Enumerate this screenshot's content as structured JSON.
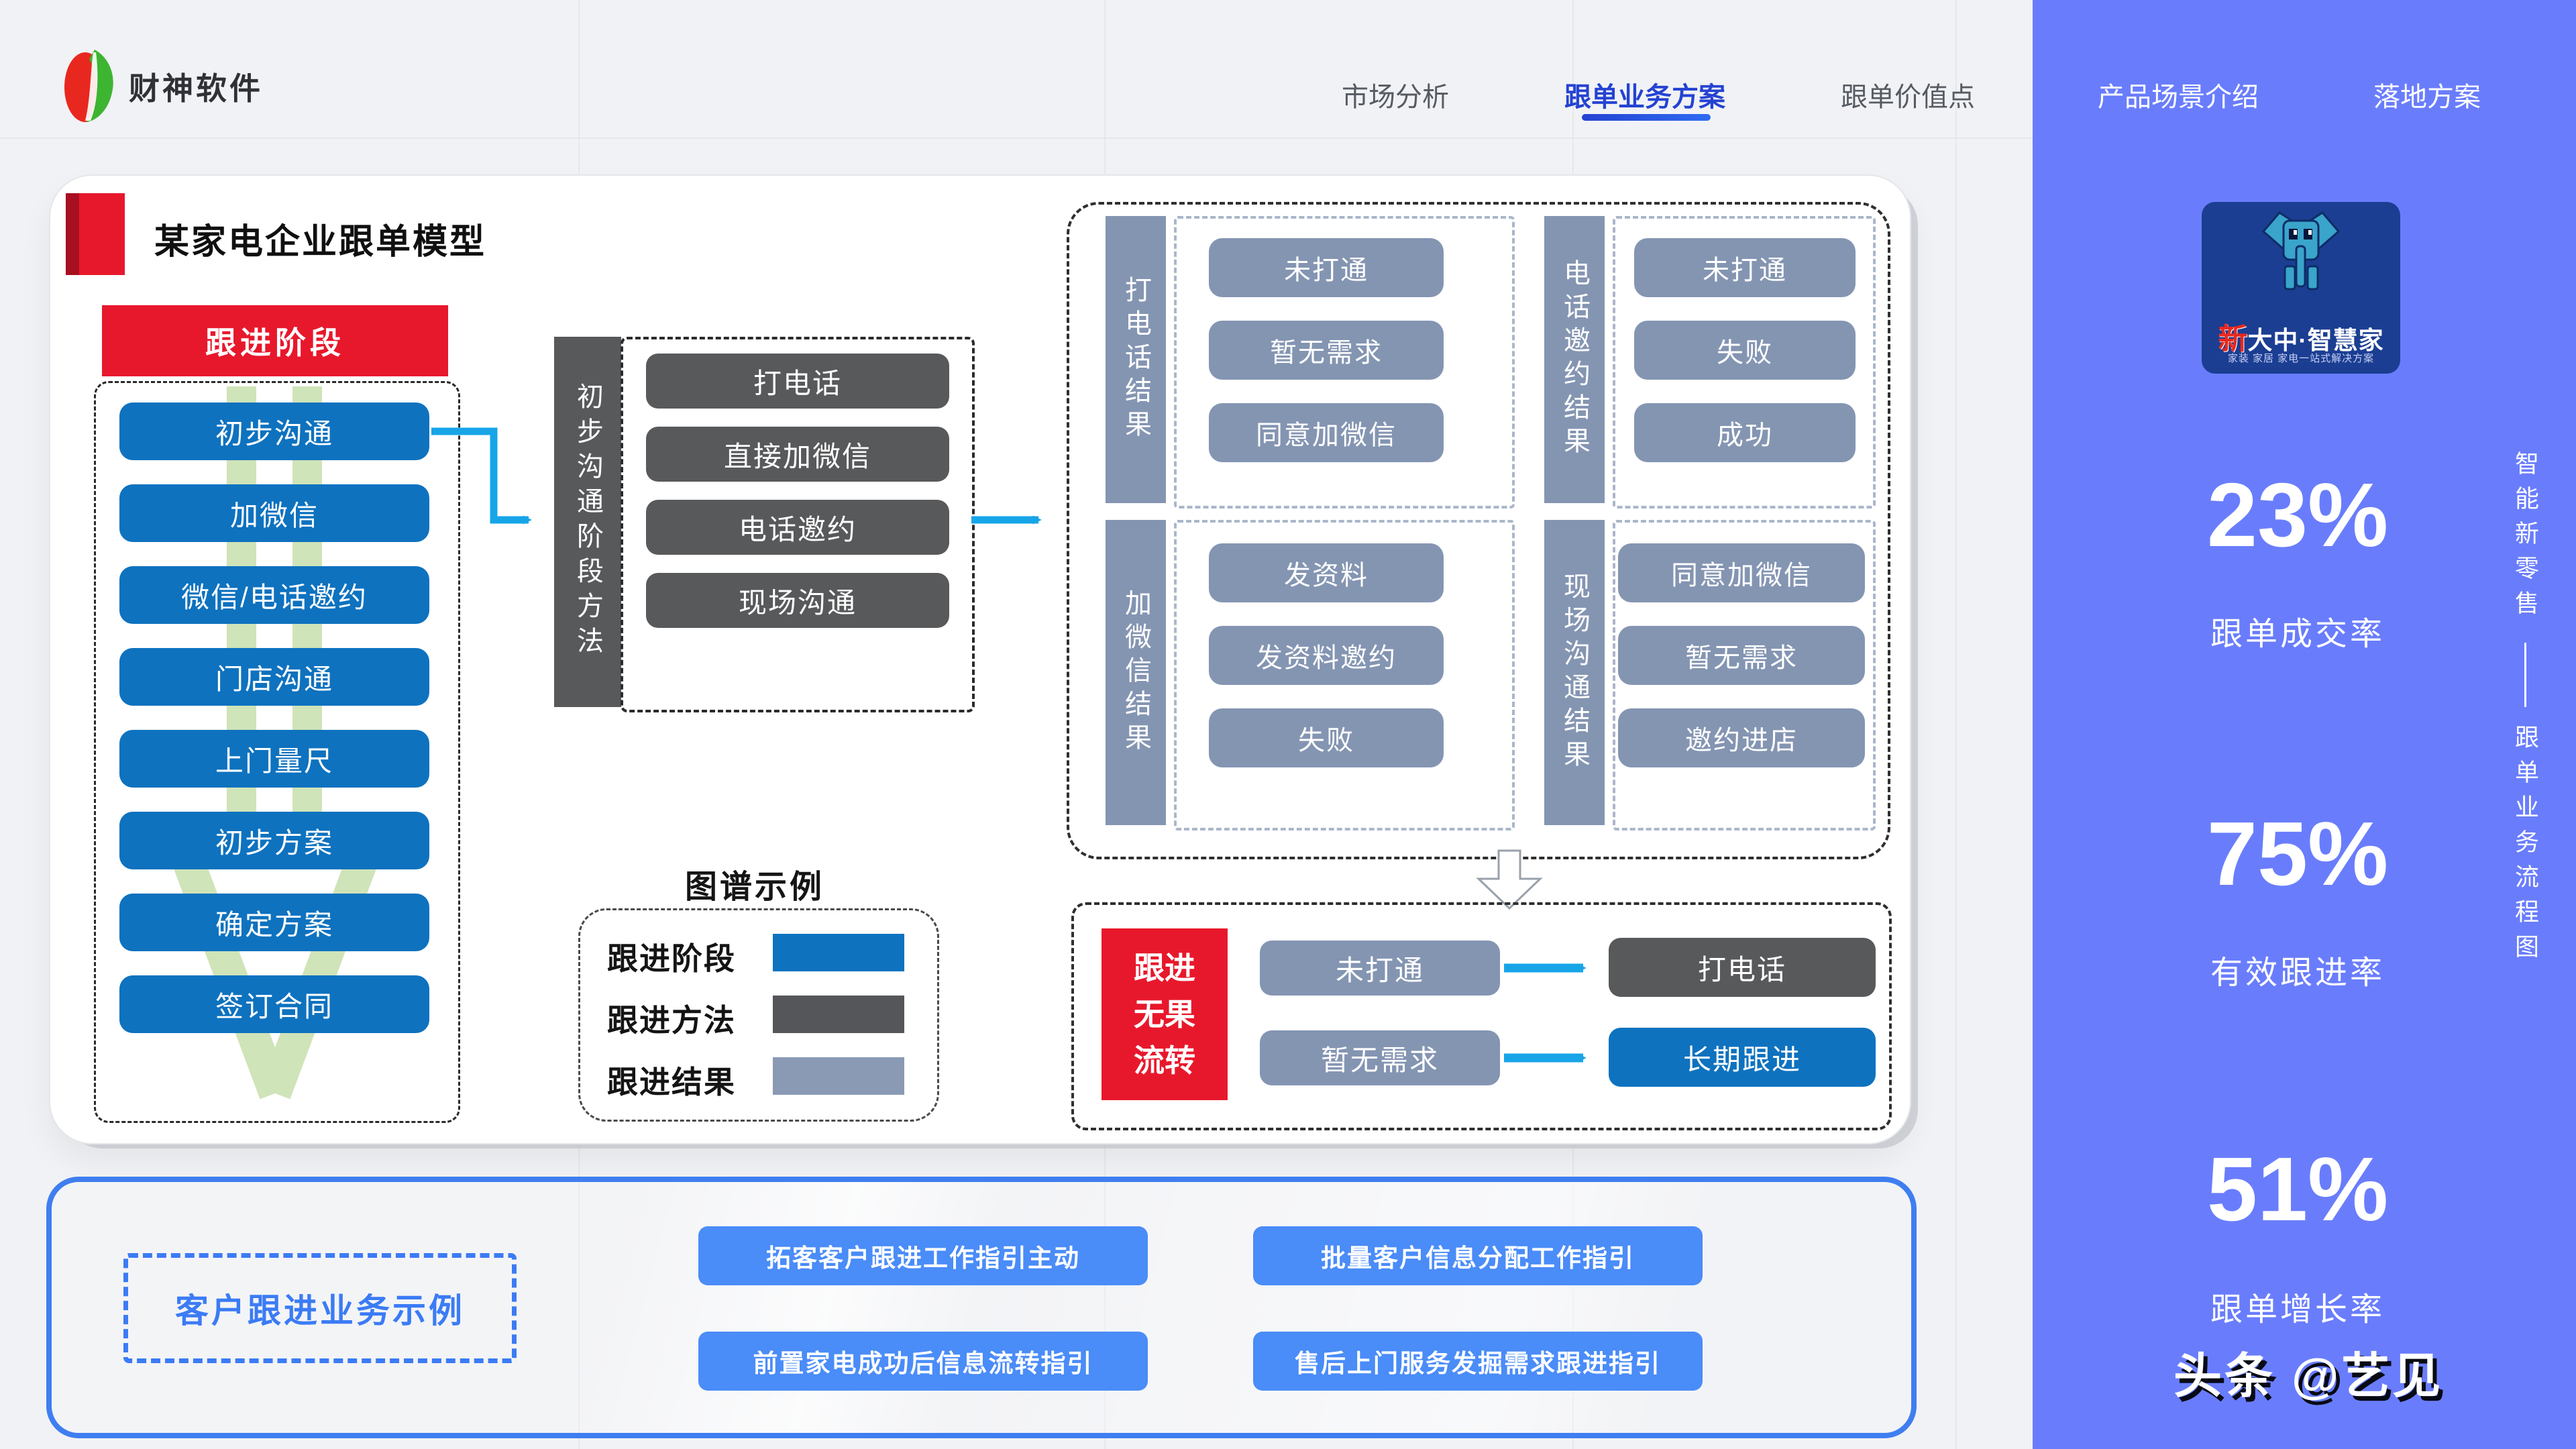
{
  "brand": {
    "name": "财神软件"
  },
  "nav": {
    "items": [
      "市场分析",
      "跟单业务方案",
      "跟单价值点"
    ],
    "active": "跟单业务方案"
  },
  "sidenav": {
    "items": [
      "产品场景介绍",
      "落地方案"
    ]
  },
  "card": {
    "title": "某家电企业跟单模型"
  },
  "stages": {
    "header": "跟进阶段",
    "items": [
      "初步沟通",
      "加微信",
      "微信/电话邀约",
      "门店沟通",
      "上门量尺",
      "初步方案",
      "确定方案",
      "签订合同"
    ]
  },
  "methods": {
    "label": "初步沟通阶段方法",
    "items": [
      "打电话",
      "直接加微信",
      "电话邀约",
      "现场沟通"
    ]
  },
  "results": {
    "groups": [
      {
        "label": "打电话结果",
        "items": [
          "未打通",
          "暂无需求",
          "同意加微信"
        ]
      },
      {
        "label": "电话邀约结果",
        "items": [
          "未打通",
          "失败",
          "成功"
        ]
      },
      {
        "label": "加微信结果",
        "items": [
          "发资料",
          "发资料邀约",
          "失败"
        ]
      },
      {
        "label": "现场沟通结果",
        "items": [
          "同意加微信",
          "暂无需求",
          "邀约进店"
        ]
      }
    ]
  },
  "legend": {
    "title": "图谱示例",
    "rows": [
      {
        "label": "跟进阶段",
        "color": "#0e72bf"
      },
      {
        "label": "跟进方法",
        "color": "#545659"
      },
      {
        "label": "跟进结果",
        "color": "#8a9ab5"
      }
    ]
  },
  "fallback": {
    "label": "跟进无果流转",
    "rows": [
      {
        "from": "未打通",
        "to": "打电话"
      },
      {
        "from": "暂无需求",
        "to": "长期跟进"
      }
    ]
  },
  "examples": {
    "label": "客户跟进业务示例",
    "buttons": [
      "拓客客户跟进工作指引主动",
      "批量客户信息分配工作指引",
      "前置家电成功后信息流转指引",
      "售后上门服务发掘需求跟进指引"
    ]
  },
  "sidebar": {
    "logo": {
      "prefix": "新",
      "name": "大中·智慧家",
      "tagline": "家装 家居 家电一站式解决方案"
    },
    "caption": {
      "top": "智能新零售",
      "bottom": "跟单业务流程图"
    },
    "stats": [
      {
        "value": "23%",
        "label": "跟单成交率"
      },
      {
        "value": "75%",
        "label": "有效跟进率"
      },
      {
        "value": "51%",
        "label": "跟单增长率"
      }
    ],
    "watermark": "头条 @艺见"
  },
  "colors": {
    "page_bg": "#f1f2f5",
    "sidebar_purple": "#697dfc",
    "nav_active_blue": "#2443d2",
    "stage_blue": "#0e72bf",
    "method_gray": "#58595b",
    "result_slate": "#8495b2",
    "accent_red": "#e8182c",
    "arrow_cyan": "#17a5e8",
    "example_blue": "#4a8cf8",
    "example_border_blue": "#3f7ef0",
    "logo_navy": "#1b3e92",
    "green_arrow": "#cfe4b8",
    "brand_red": "#e8281e",
    "brand_green": "#3db531"
  }
}
